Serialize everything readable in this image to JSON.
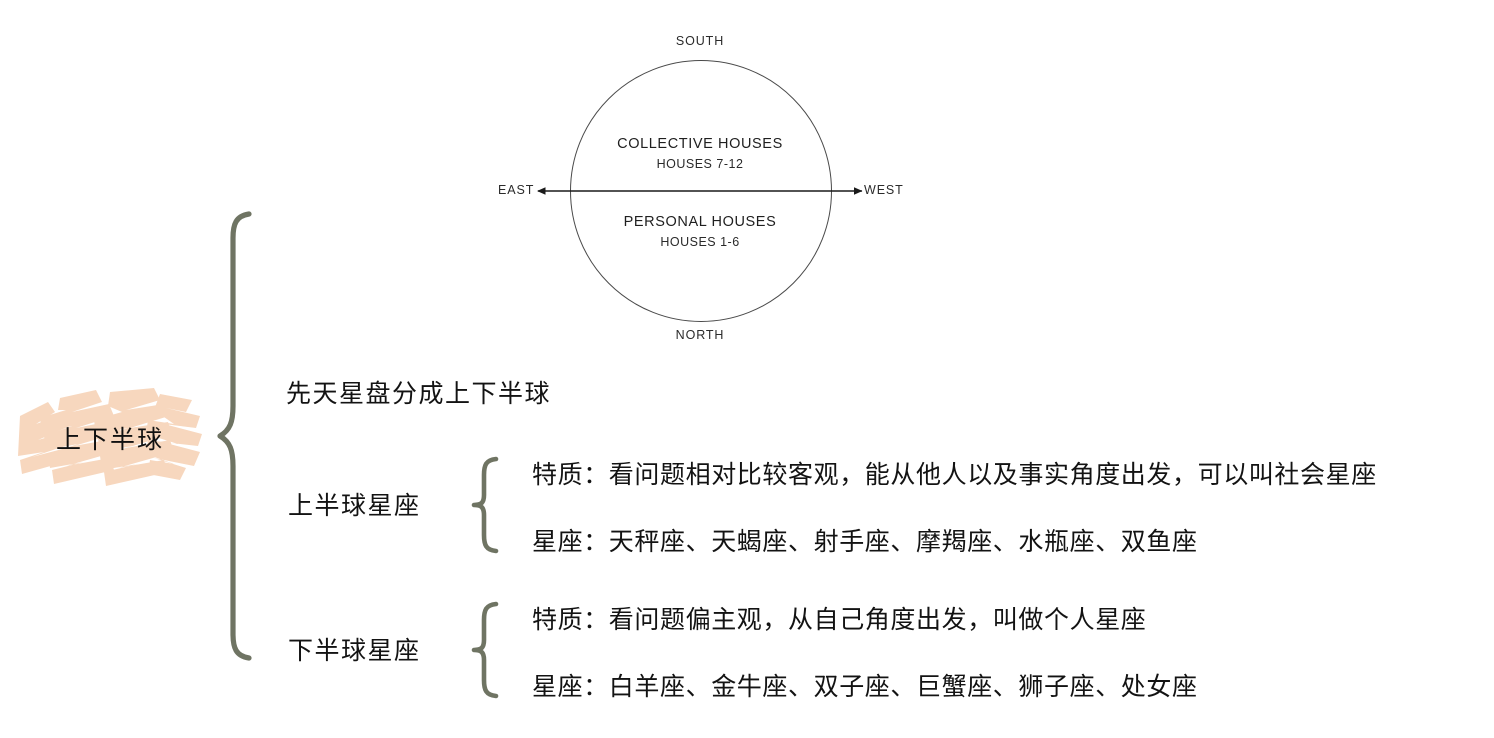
{
  "topic": {
    "label": "上下半球",
    "highlight_color": "#f7d7be"
  },
  "diagram": {
    "directions": {
      "south": "SOUTH",
      "north": "NORTH",
      "east": "EAST",
      "west": "WEST"
    },
    "upper_half": {
      "title": "COLLECTIVE HOUSES",
      "subtitle": "HOUSES 7-12"
    },
    "lower_half": {
      "title": "PERSONAL HOUSES",
      "subtitle": "HOUSES 1-6"
    },
    "outline_color": "#4a4a4a",
    "axis_color": "#1a1a1a"
  },
  "heading": "先天星盘分成上下半球",
  "groups": [
    {
      "label": "上半球星座",
      "trait": "特质：看问题相对比较客观，能从他人以及事实角度出发，可以叫社会星座",
      "signs": "星座：天秤座、天蝎座、射手座、摩羯座、水瓶座、双鱼座"
    },
    {
      "label": "下半球星座",
      "trait": "特质：看问题偏主观，从自己角度出发，叫做个人星座",
      "signs": "星座：白羊座、金牛座、双子座、巨蟹座、狮子座、处女座"
    }
  ],
  "brace_color": "#6f7463"
}
